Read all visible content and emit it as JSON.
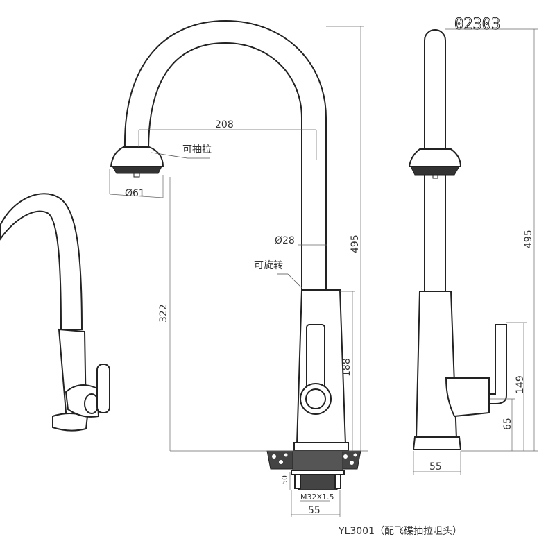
{
  "drawing_code": "02303",
  "title": "YL3001（配飞碟抽拉咀头）",
  "annotations": {
    "pull_out": "可抽拉",
    "rotatable": "可旋转"
  },
  "dimensions": {
    "spout_reach": "208",
    "head_diameter": "Ø61",
    "tube_diameter": "Ø28",
    "front_height": "495",
    "spout_clearance": "322",
    "body_height": "188",
    "shank_length": "50",
    "thread": "M32X1.5",
    "shank_width": "55",
    "side_height": "495",
    "side_handle_height": "149",
    "side_hub_height": "65",
    "side_base_width": "55"
  }
}
